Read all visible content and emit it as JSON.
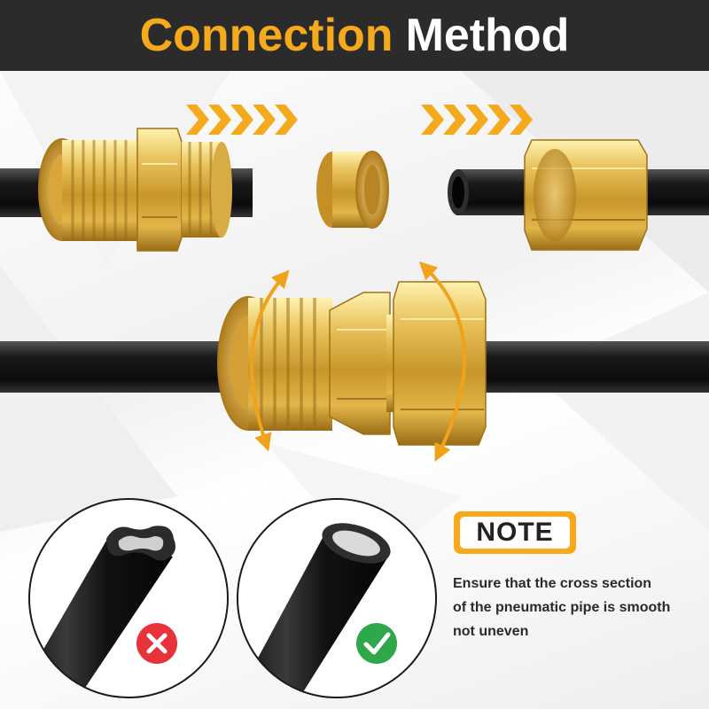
{
  "header": {
    "title_accent": "Connection",
    "title_main": "Method",
    "background_color": "#2b2b2b",
    "accent_color": "#f5a91c"
  },
  "note": {
    "badge_label": "NOTE",
    "badge_color": "#f7a81b",
    "lines": [
      "Ensure that the cross section",
      "of the pneumatic pipe is smooth",
      "not uneven"
    ]
  },
  "icons": {
    "bad_cut": "cross-mark-icon",
    "good_cut": "check-mark-icon",
    "direction": "chevron-arrow-icon",
    "rotation": "rotate-arrow-icon"
  },
  "status_colors": {
    "bad": "#e8323a",
    "good": "#2ea84a"
  }
}
